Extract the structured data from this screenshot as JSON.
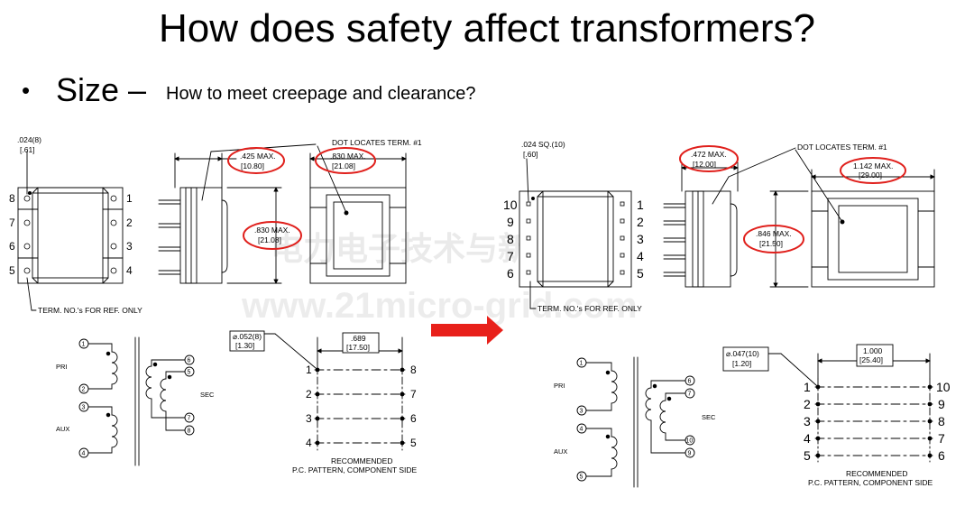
{
  "title": "How does safety affect transformers?",
  "bullet": {
    "main": "Size",
    "dash": "–",
    "sub": "How to meet creepage and clearance?"
  },
  "colors": {
    "highlight": "#e0201c",
    "arrow": "#e8201a",
    "line": "#000000"
  },
  "left": {
    "pin_dia": ".024(8)",
    "pin_dia_mm": "[.61]",
    "depth": ".425 MAX.",
    "depth_mm": "[10.80]",
    "width": ".830 MAX.",
    "width_mm": "[21.08]",
    "height": ".830 MAX.",
    "height_mm": "[21.08]",
    "dot_note": "DOT LOCATES TERM. #1",
    "term_note": "TERM. NO.'s FOR REF. ONLY",
    "left_pins": [
      "8",
      "7",
      "6",
      "5"
    ],
    "right_pins": [
      "1",
      "2",
      "3",
      "4"
    ],
    "schem": {
      "pri": "PRI",
      "aux": "AUX",
      "sec": "SEC",
      "pins_left": [
        "1",
        "2",
        "3",
        "4"
      ],
      "pins_right": [
        "6",
        "5",
        "7",
        "8"
      ]
    },
    "hole": "⌀.052(8)",
    "hole_mm": "[1.30]",
    "pitch": ".689",
    "pitch_mm": "[17.50]",
    "pcb_left": [
      "1",
      "2",
      "3",
      "4"
    ],
    "pcb_right": [
      "8",
      "7",
      "6",
      "5"
    ],
    "rec1": "RECOMMENDED",
    "rec2": "P.C. PATTERN, COMPONENT SIDE"
  },
  "right": {
    "pin_dia": ".024 SQ.(10)",
    "pin_dia_mm": "[.60]",
    "depth": ".472 MAX.",
    "depth_mm": "[12.00]",
    "width": "1.142 MAX.",
    "width_mm": "[29.00]",
    "height": ".846 MAX.",
    "height_mm": "[21.50]",
    "dot_note": "DOT LOCATES TERM. #1",
    "term_note": "TERM. NO.'s FOR REF. ONLY",
    "left_pins": [
      "10",
      "9",
      "8",
      "7",
      "6"
    ],
    "right_pins": [
      "1",
      "2",
      "3",
      "4",
      "5"
    ],
    "schem": {
      "pri": "PRI",
      "aux": "AUX",
      "sec": "SEC",
      "pins_left": [
        "1",
        "3",
        "4",
        "5"
      ],
      "pins_right": [
        "6",
        "7",
        "10",
        "9"
      ]
    },
    "hole": "⌀.047(10)",
    "hole_mm": "[1.20]",
    "pitch": "1.000",
    "pitch_mm": "[25.40]",
    "pcb_left": [
      "1",
      "2",
      "3",
      "4",
      "5"
    ],
    "pcb_right": [
      "10",
      "9",
      "8",
      "7",
      "6"
    ],
    "rec1": "RECOMMENDED",
    "rec2": "P.C. PATTERN, COMPONENT SIDE"
  },
  "watermark1": "电力电子技术与新能源",
  "watermark2": "www.21micro-grid.com"
}
